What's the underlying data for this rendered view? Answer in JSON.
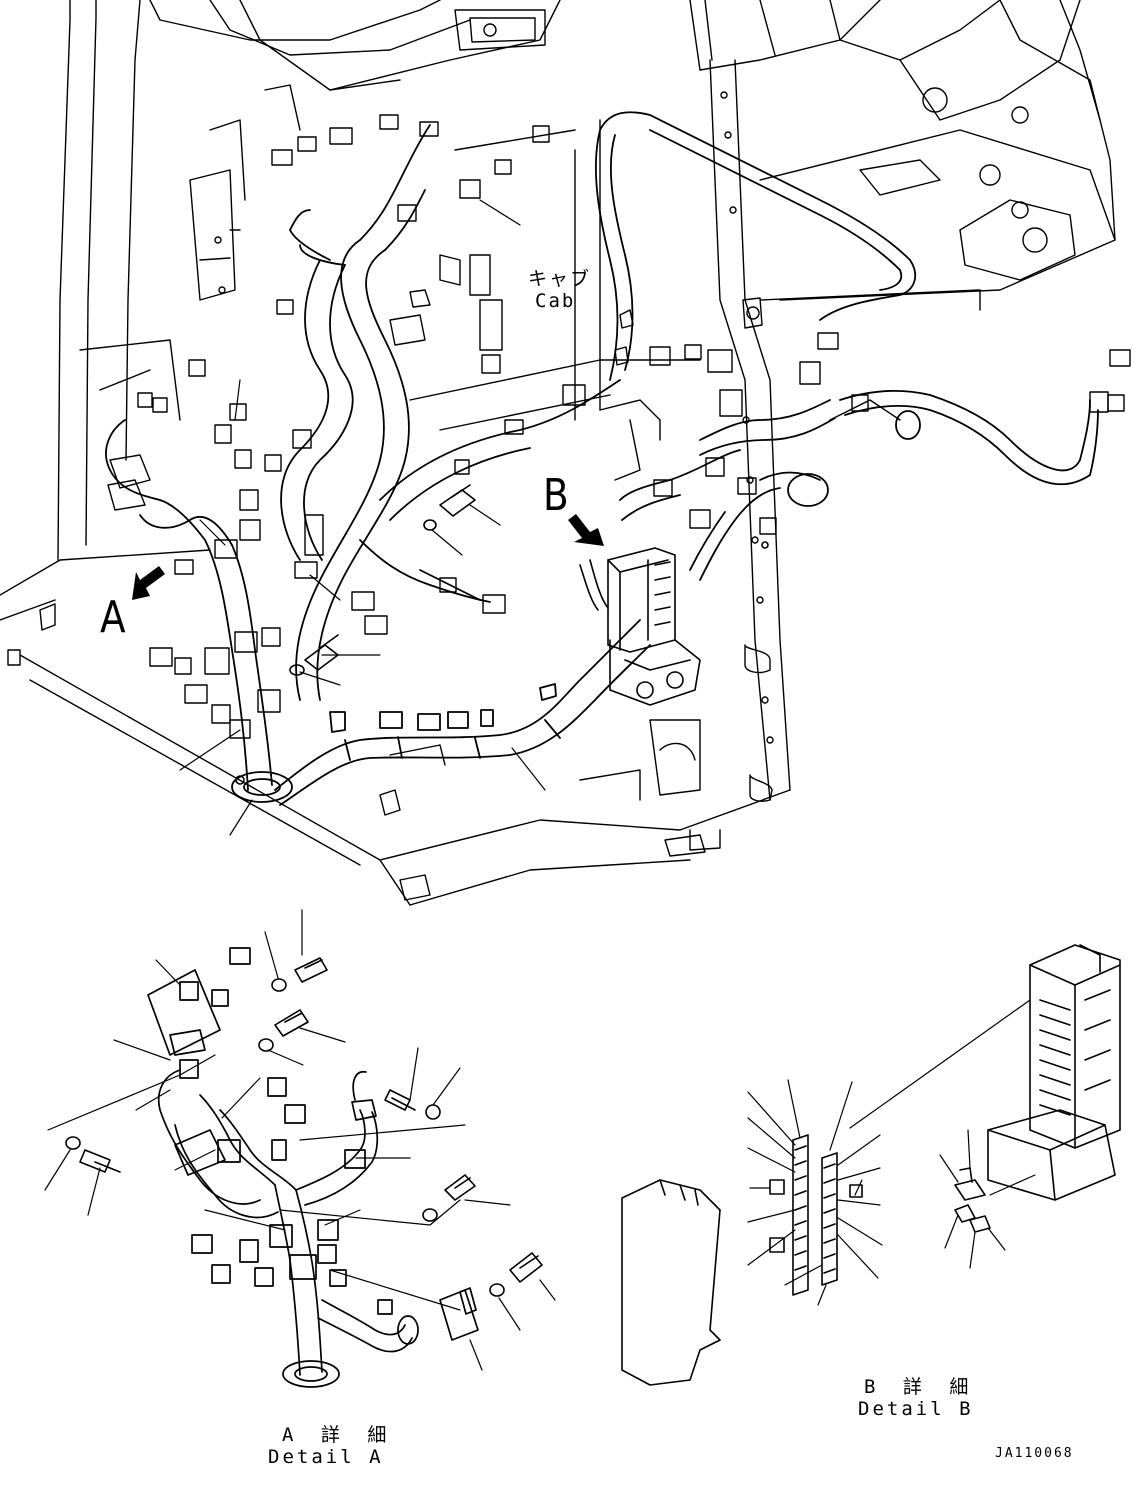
{
  "callouts": {
    "a": "A",
    "b": "B"
  },
  "cab": {
    "jp": "キャブ",
    "en": "Cab"
  },
  "detail_a": {
    "jp": "A 詳 細",
    "en": "Detail A"
  },
  "detail_b": {
    "jp": "B 詳 細",
    "en": "Detail B"
  },
  "drawing_code": "JA110068",
  "colors": {
    "line": "#000000",
    "background": "#ffffff"
  }
}
